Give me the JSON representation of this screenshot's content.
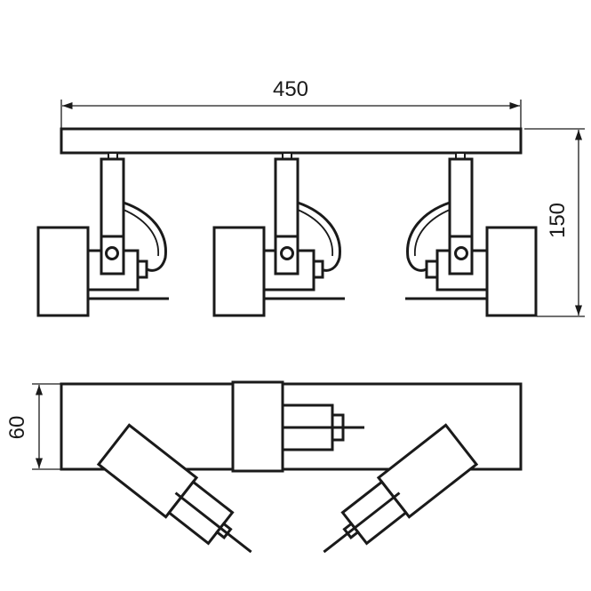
{
  "dimensions": {
    "width": "450",
    "height": "150",
    "depth": "60"
  },
  "colors": {
    "line": "#1a1a1a",
    "background": "#ffffff"
  }
}
